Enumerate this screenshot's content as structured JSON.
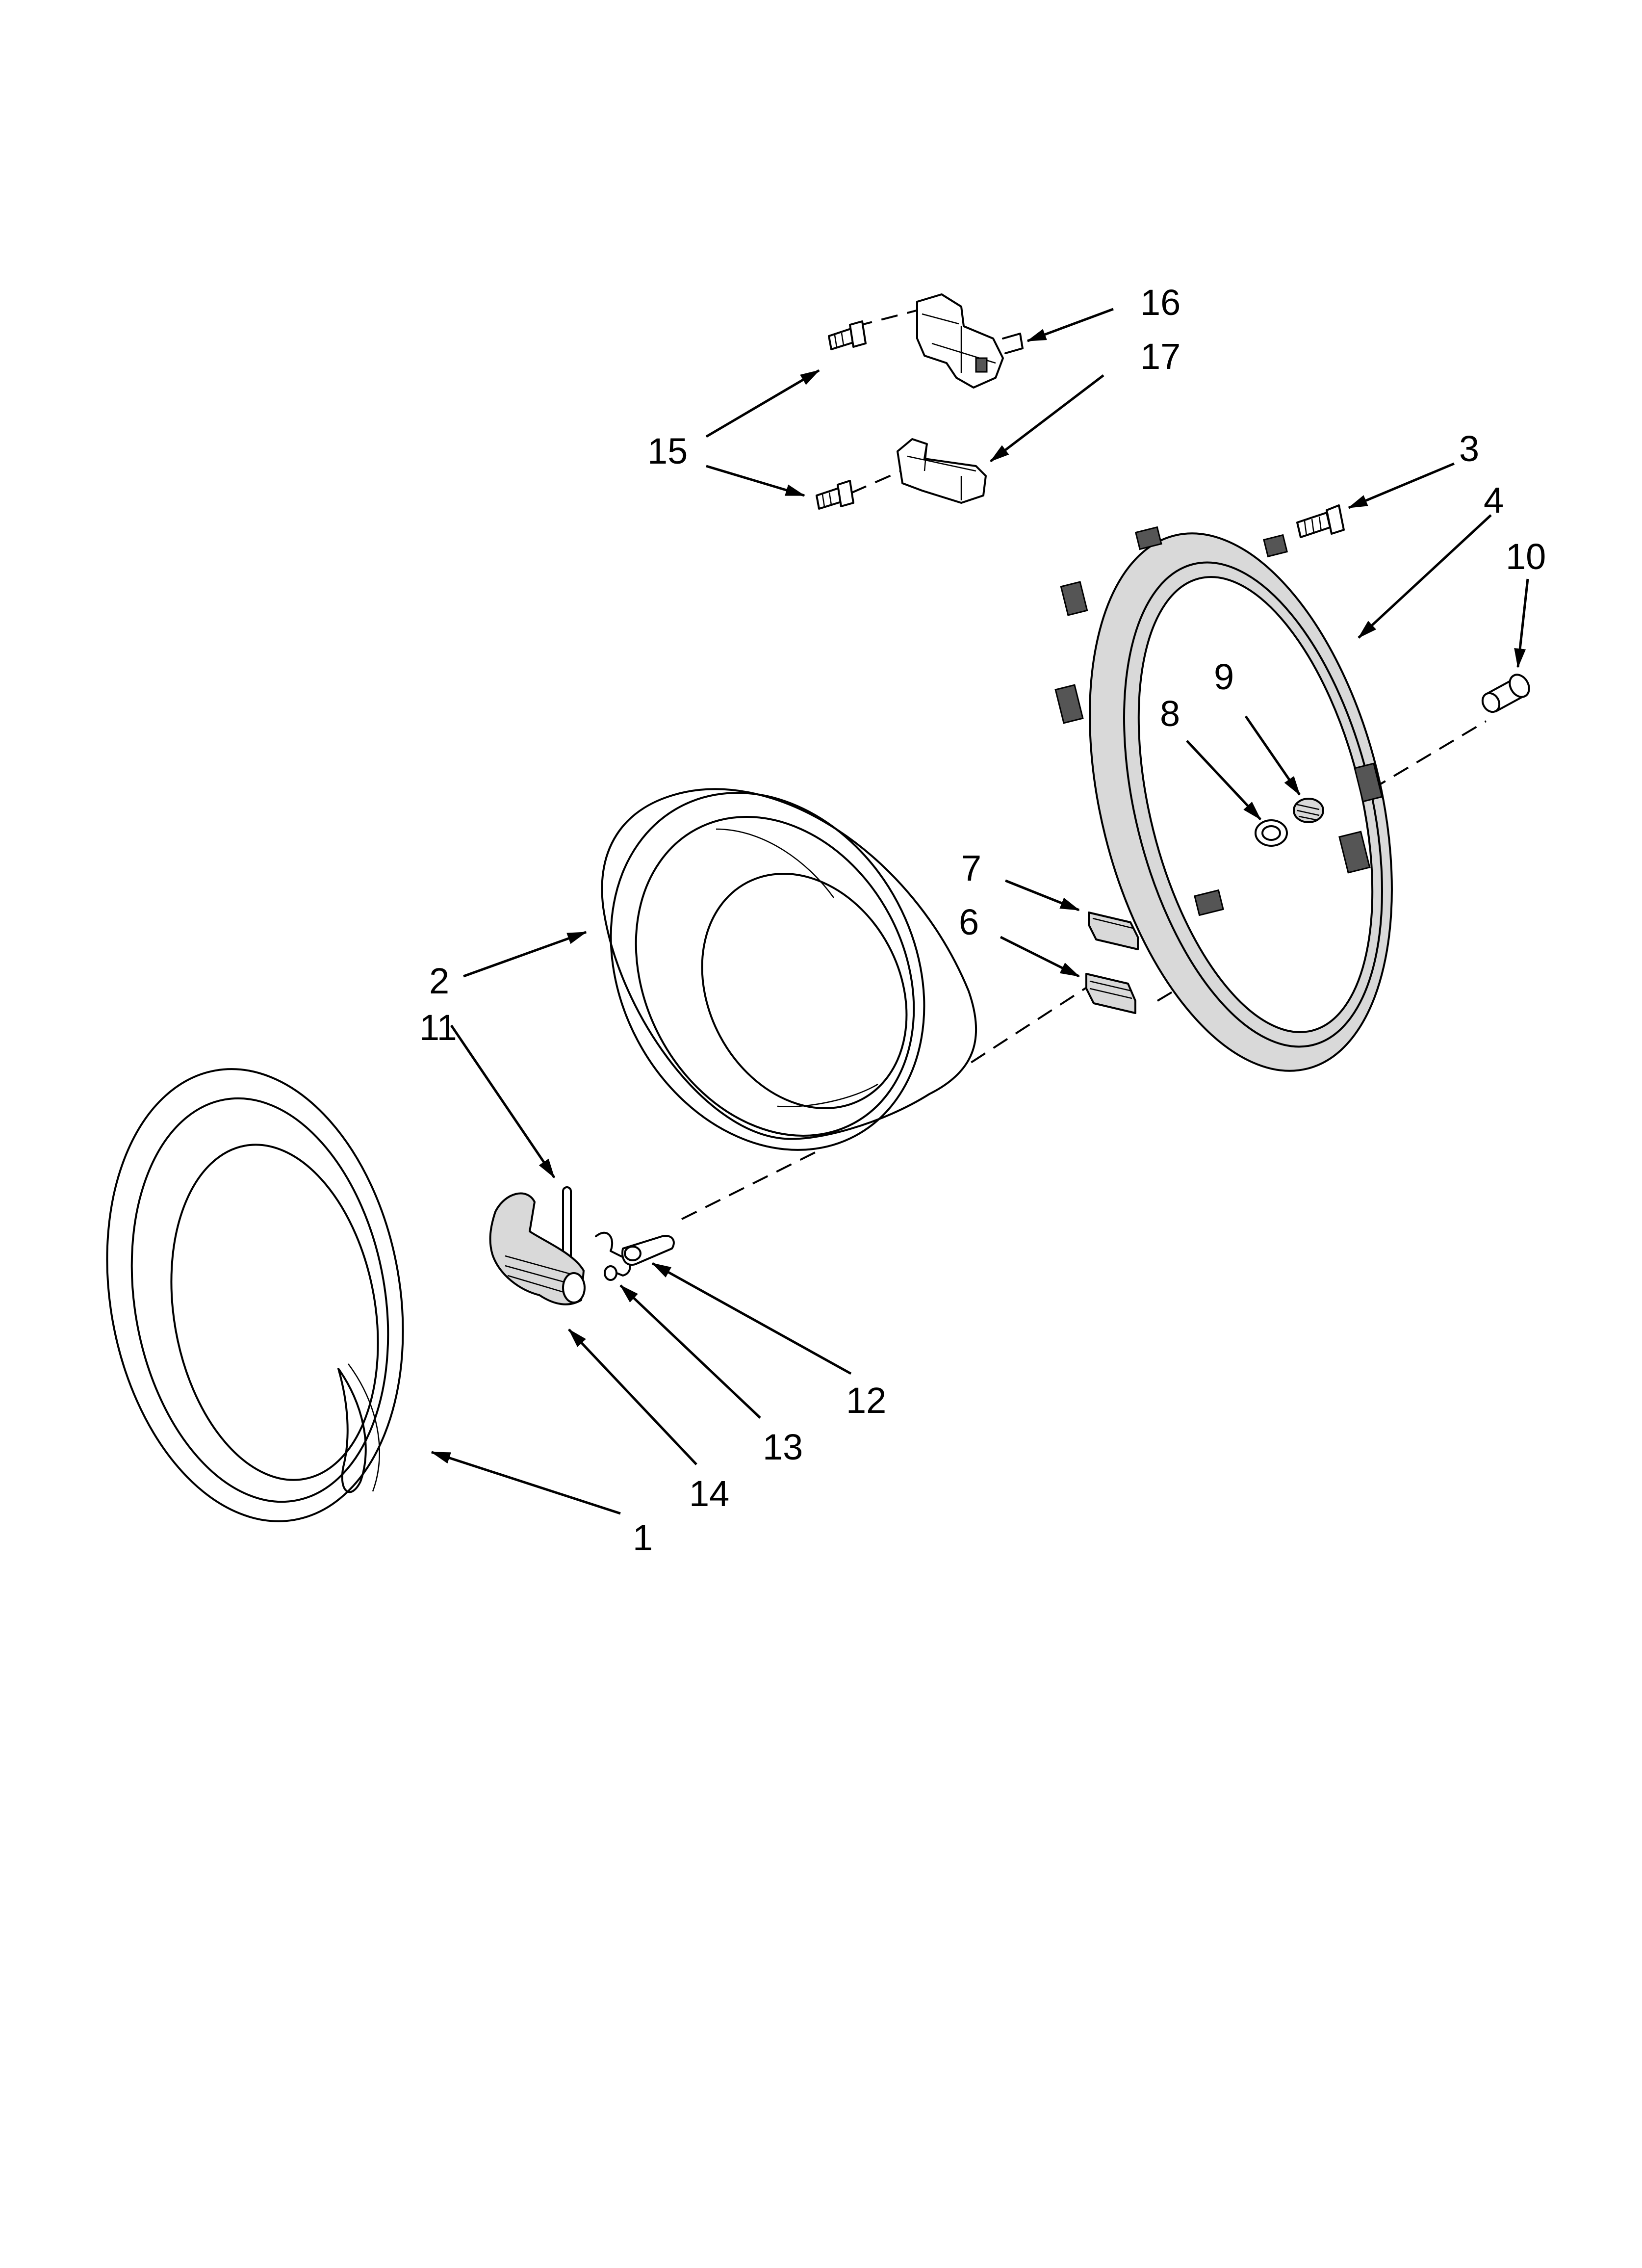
{
  "diagram": {
    "callouts": [
      {
        "id": "c1",
        "label": "1"
      },
      {
        "id": "c2",
        "label": "2"
      },
      {
        "id": "c3",
        "label": "3"
      },
      {
        "id": "c4",
        "label": "4"
      },
      {
        "id": "c6",
        "label": "6"
      },
      {
        "id": "c7",
        "label": "7"
      },
      {
        "id": "c8",
        "label": "8"
      },
      {
        "id": "c9",
        "label": "9"
      },
      {
        "id": "c10",
        "label": "10"
      },
      {
        "id": "c11",
        "label": "11"
      },
      {
        "id": "c12",
        "label": "12"
      },
      {
        "id": "c13",
        "label": "13"
      },
      {
        "id": "c14",
        "label": "14"
      },
      {
        "id": "c15",
        "label": "15"
      },
      {
        "id": "c16",
        "label": "16"
      },
      {
        "id": "c17",
        "label": "17"
      }
    ]
  }
}
